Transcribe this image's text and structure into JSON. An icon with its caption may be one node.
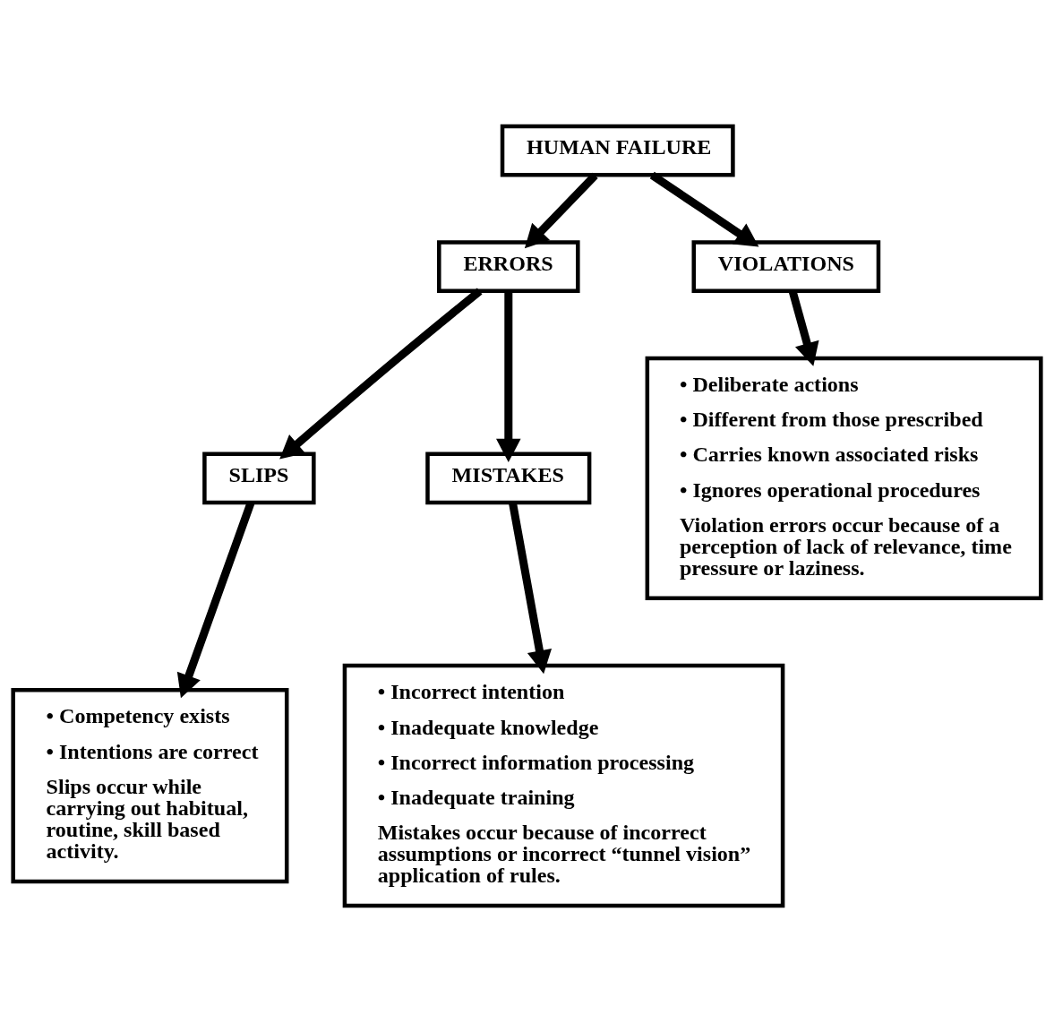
{
  "diagram": {
    "nodes": [
      {
        "text": [
          "HUMAN FAILURE"
        ]
      },
      {
        "text": [
          "ERRORS"
        ]
      },
      {
        "text": [
          "VIOLATIONS"
        ]
      },
      {
        "text": [
          "SLIPS"
        ]
      },
      {
        "text": [
          "MISTAKES"
        ]
      },
      {
        "text": [
          "• Deliberate actions",
          "• Different from those prescribed",
          "• Carries known associated risks",
          "• Ignores operational procedures",
          "Violation errors occur because of a perception of lack of relevance, time pressure or laziness."
        ]
      },
      {
        "text": [
          "• Competency exists",
          "• Intentions are correct",
          "Slips occur while carrying out habitual, routine, skill based activity."
        ]
      },
      {
        "text": [
          "• Incorrect intention",
          "• Inadequate knowledge",
          "• Incorrect information processing",
          "• Inadequate training",
          "Mistakes occur because of incorrect assumptions or incorrect “tunnel vision” application of rules."
        ]
      }
    ],
    "edges": [
      {
        "from": 0,
        "to": 1,
        "arrow": "to"
      },
      {
        "from": 0,
        "to": 2,
        "arrow": "to"
      },
      {
        "from": 1,
        "to": 3,
        "arrow": "to"
      },
      {
        "from": 1,
        "to": 4,
        "arrow": "to"
      },
      {
        "from": 2,
        "to": 5,
        "arrow": "to"
      },
      {
        "from": 3,
        "to": 6,
        "arrow": "to"
      },
      {
        "from": 4,
        "to": 7,
        "arrow": "to"
      }
    ]
  }
}
